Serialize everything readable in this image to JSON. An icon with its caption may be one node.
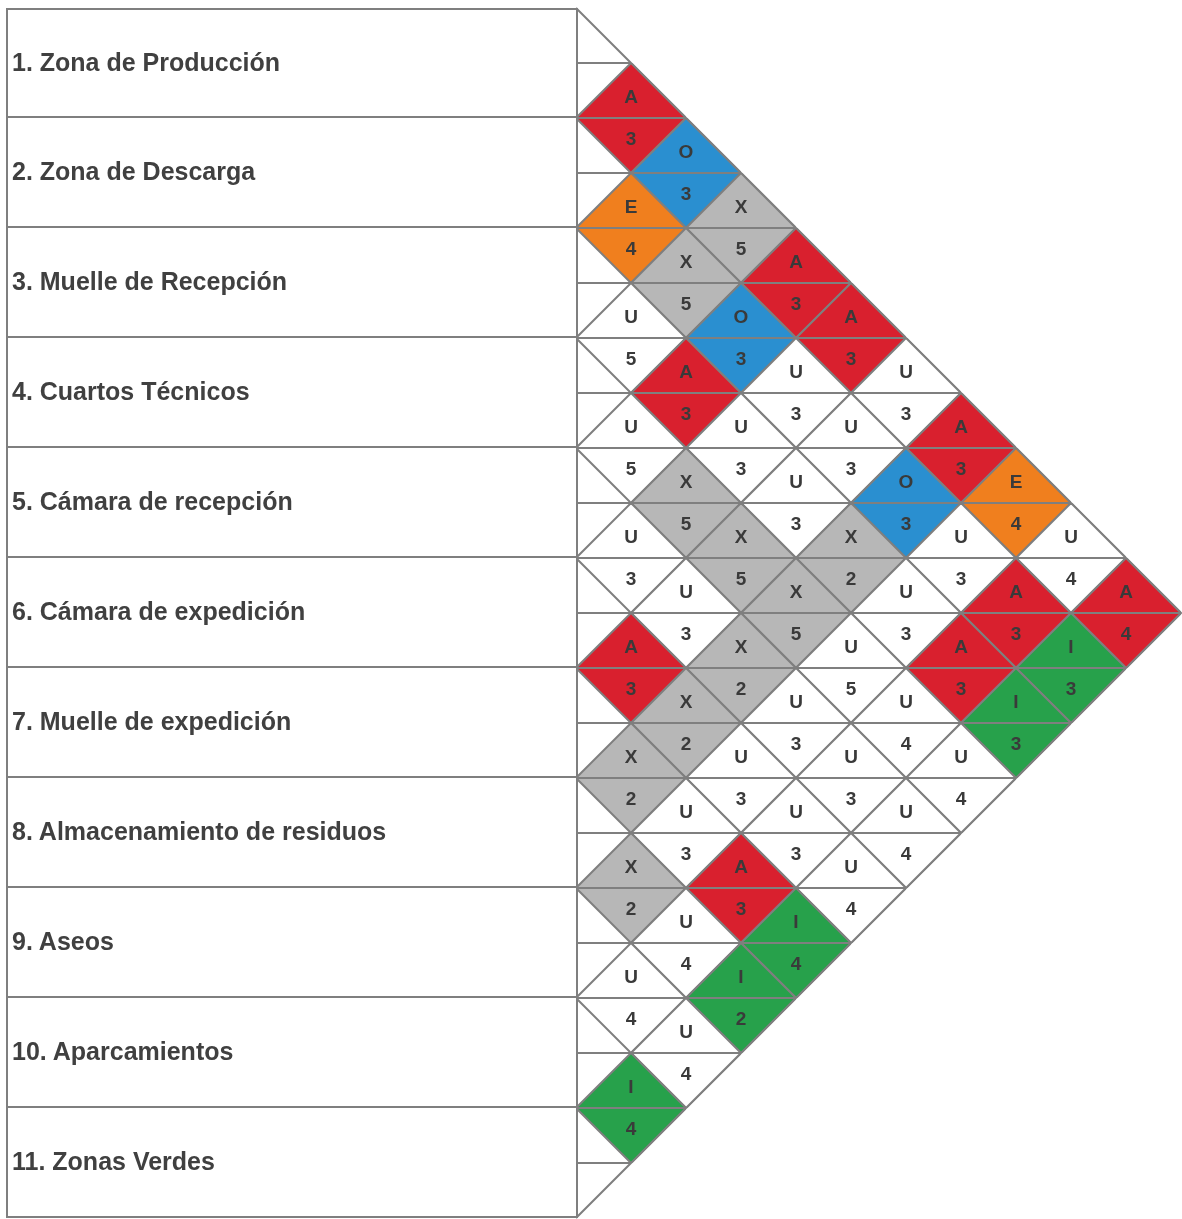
{
  "diagram": {
    "nodes": [
      {
        "text": [
          "1. Zona de Producción"
        ]
      },
      {
        "text": [
          "2. Zona de Descarga"
        ]
      },
      {
        "text": [
          "3. Muelle de Recepción"
        ]
      },
      {
        "text": [
          "4. Cuartos Técnicos"
        ]
      },
      {
        "text": [
          "5. Cámara de recepción"
        ]
      },
      {
        "text": [
          "6. Cámara de expedición"
        ]
      },
      {
        "text": [
          "7. Muelle de expedición"
        ]
      },
      {
        "text": [
          "8. Almacenamiento de residuos"
        ]
      },
      {
        "text": [
          "9. Aseos"
        ]
      },
      {
        "text": [
          "10. Aparcamientos"
        ]
      },
      {
        "text": [
          "11. Zonas Verdes"
        ]
      },
      {
        "text": [
          "A",
          "3"
        ]
      },
      {
        "text": [
          "O",
          "3"
        ]
      },
      {
        "text": [
          "X",
          "5"
        ]
      },
      {
        "text": [
          "A",
          "3"
        ]
      },
      {
        "text": [
          "A",
          "3"
        ]
      },
      {
        "text": [
          "U",
          "3"
        ]
      },
      {
        "text": [
          "A",
          "3"
        ]
      },
      {
        "text": [
          "E",
          "4"
        ]
      },
      {
        "text": [
          "U",
          "4"
        ]
      },
      {
        "text": [
          "A",
          "4"
        ]
      },
      {
        "text": [
          "E",
          "4"
        ]
      },
      {
        "text": [
          "X",
          "5"
        ]
      },
      {
        "text": [
          "O",
          "3"
        ]
      },
      {
        "text": [
          "U",
          "3"
        ]
      },
      {
        "text": [
          "U",
          "3"
        ]
      },
      {
        "text": [
          "O",
          "3"
        ]
      },
      {
        "text": [
          "U",
          "3"
        ]
      },
      {
        "text": [
          "A",
          "3"
        ]
      },
      {
        "text": [
          "I",
          "3"
        ]
      },
      {
        "text": [
          "U",
          "5"
        ]
      },
      {
        "text": [
          "A",
          "3"
        ]
      },
      {
        "text": [
          "U",
          "3"
        ]
      },
      {
        "text": [
          "U",
          "3"
        ]
      },
      {
        "text": [
          "X",
          "2"
        ]
      },
      {
        "text": [
          "U",
          "3"
        ]
      },
      {
        "text": [
          "A",
          "3"
        ]
      },
      {
        "text": [
          "I",
          "3"
        ]
      },
      {
        "text": [
          "U",
          "5"
        ]
      },
      {
        "text": [
          "X",
          "5"
        ]
      },
      {
        "text": [
          "X",
          "5"
        ]
      },
      {
        "text": [
          "X",
          "5"
        ]
      },
      {
        "text": [
          "U",
          "5"
        ]
      },
      {
        "text": [
          "U",
          "4"
        ]
      },
      {
        "text": [
          "U",
          "4"
        ]
      },
      {
        "text": [
          "U",
          "3"
        ]
      },
      {
        "text": [
          "U",
          "3"
        ]
      },
      {
        "text": [
          "X",
          "2"
        ]
      },
      {
        "text": [
          "U",
          "3"
        ]
      },
      {
        "text": [
          "U",
          "3"
        ]
      },
      {
        "text": [
          "U",
          "4"
        ]
      },
      {
        "text": [
          "A",
          "3"
        ]
      },
      {
        "text": [
          "X",
          "2"
        ]
      },
      {
        "text": [
          "U",
          "3"
        ]
      },
      {
        "text": [
          "U",
          "3"
        ]
      },
      {
        "text": [
          "U",
          "4"
        ]
      },
      {
        "text": [
          "X",
          "2"
        ]
      },
      {
        "text": [
          "U",
          "3"
        ]
      },
      {
        "text": [
          "A",
          "3"
        ]
      },
      {
        "text": [
          "I",
          "4"
        ]
      },
      {
        "text": [
          "X",
          "2"
        ]
      },
      {
        "text": [
          "U",
          "4"
        ]
      },
      {
        "text": [
          "I",
          "2"
        ]
      },
      {
        "text": [
          "U",
          "4"
        ]
      },
      {
        "text": [
          "U",
          "4"
        ]
      },
      {
        "text": [
          "I",
          "4"
        ]
      }
    ]
  }
}
